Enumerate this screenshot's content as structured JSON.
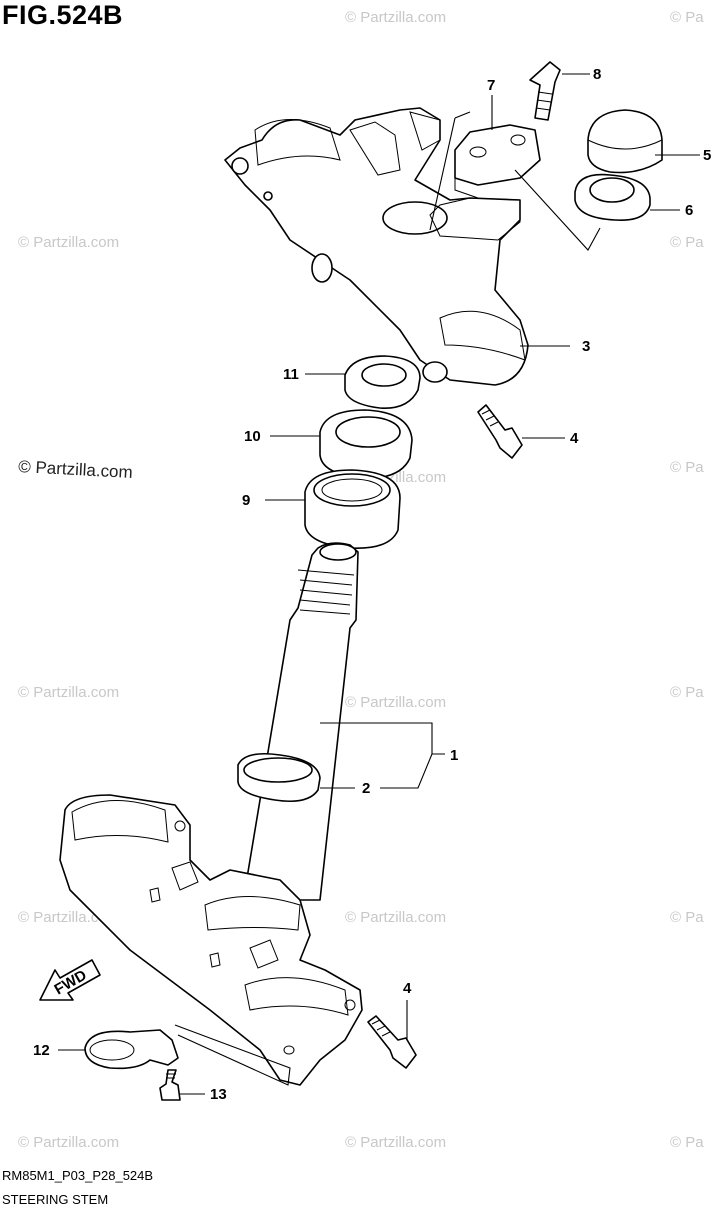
{
  "figure": {
    "title": "FIG.524B",
    "code": "RM85M1_P03_P28_524B",
    "name": "STEERING STEM"
  },
  "watermark": {
    "text": "© Partzilla.com",
    "clipped_text": "© Pa",
    "prominent_text": "© Partzilla.com"
  },
  "fwd_arrow": {
    "label": "FWD"
  },
  "callouts": [
    {
      "number": "1"
    },
    {
      "number": "2"
    },
    {
      "number": "3"
    },
    {
      "number": "4"
    },
    {
      "number": "4"
    },
    {
      "number": "5"
    },
    {
      "number": "6"
    },
    {
      "number": "7"
    },
    {
      "number": "8"
    },
    {
      "number": "9"
    },
    {
      "number": "10"
    },
    {
      "number": "11"
    },
    {
      "number": "12"
    },
    {
      "number": "13"
    }
  ]
}
